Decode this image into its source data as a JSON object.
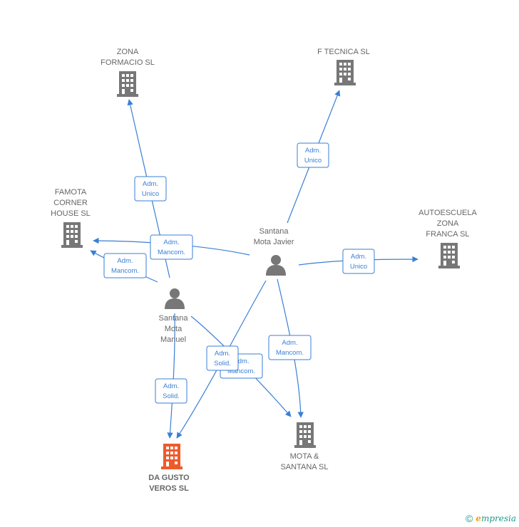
{
  "colors": {
    "edge": "#3a7fd5",
    "company": "#777777",
    "highlight": "#ee5a2a",
    "person": "#777777"
  },
  "nodes": [
    {
      "id": "zona",
      "type": "company",
      "lines": [
        "ZONA",
        "FORMACIO SL"
      ]
    },
    {
      "id": "ftecnica",
      "type": "company",
      "lines": [
        "F TECNICA  SL"
      ]
    },
    {
      "id": "famota",
      "type": "company",
      "lines": [
        "FAMOTA",
        "CORNER",
        "HOUSE  SL"
      ]
    },
    {
      "id": "autoescuela",
      "type": "company",
      "lines": [
        "AUTOESCUELA",
        "ZONA",
        "FRANCA SL"
      ]
    },
    {
      "id": "javier",
      "type": "person",
      "lines": [
        "Santana",
        "Mota Javier"
      ]
    },
    {
      "id": "manuel",
      "type": "person",
      "lines": [
        "Santana",
        "Mota",
        "Manuel"
      ]
    },
    {
      "id": "dagusto",
      "type": "company",
      "highlight": true,
      "lines": [
        "DA GUSTO",
        "VEROS  SL"
      ]
    },
    {
      "id": "mota",
      "type": "company",
      "lines": [
        "MOTA &",
        "SANTANA  SL"
      ]
    }
  ],
  "edges": [
    {
      "id": "manuel-zona",
      "lines": [
        "Adm.",
        "Unico"
      ]
    },
    {
      "id": "javier-ftecnica",
      "lines": [
        "Adm.",
        "Unico"
      ]
    },
    {
      "id": "javier-famota",
      "lines": [
        "Adm.",
        "Mancom."
      ]
    },
    {
      "id": "manuel-famota",
      "lines": [
        "Adm.",
        "Mancom."
      ]
    },
    {
      "id": "javier-autoescuela",
      "lines": [
        "Adm.",
        "Unico"
      ]
    },
    {
      "id": "javier-mota",
      "lines": [
        "Adm.",
        "Mancom."
      ]
    },
    {
      "id": "manuel-mota",
      "lines": [
        "Adm.",
        "Mancom."
      ]
    },
    {
      "id": "javier-dagusto",
      "lines": [
        "Adm.",
        "Solid."
      ]
    },
    {
      "id": "manuel-dagusto",
      "lines": [
        "Adm.",
        "Solid."
      ]
    }
  ],
  "footer": {
    "copyright": "©",
    "brand_initial": "e",
    "brand_rest": "mpresia"
  }
}
